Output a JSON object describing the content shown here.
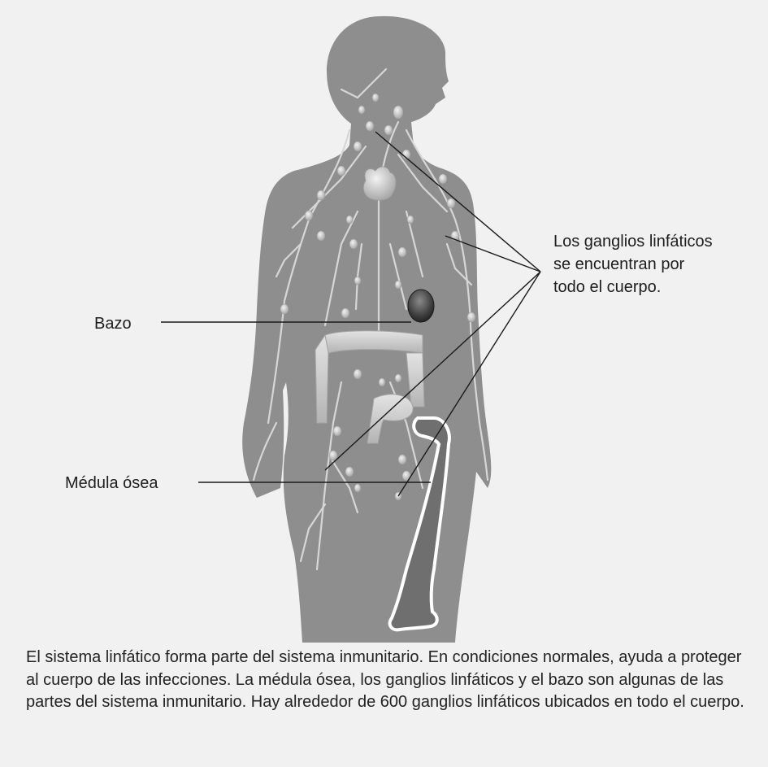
{
  "labels": {
    "spleen": "Bazo",
    "bone_marrow": "Médula ósea",
    "lymph_nodes": "Los ganglios linfáticos se encuentran por todo el cuerpo."
  },
  "caption": "El sistema linfático forma parte del sistema inmunitario. En condiciones normales, ayuda a proteger al cuerpo de las infecciones. La médula ósea, los ganglios linfáticos y el bazo son algunas de las partes del sistema inmunitario. Hay alrededor de 600 ganglios linfáticos ubicados en todo el cuerpo.",
  "colors": {
    "background": "#f1f1f1",
    "body_silhouette": "#8e8e8e",
    "lymph_vessel": "#d6d6d6",
    "lymph_node": "#c9c9c9",
    "spleen": "#4a4a4a",
    "bone": "#ffffff",
    "leader_line": "#1a1a1a"
  }
}
